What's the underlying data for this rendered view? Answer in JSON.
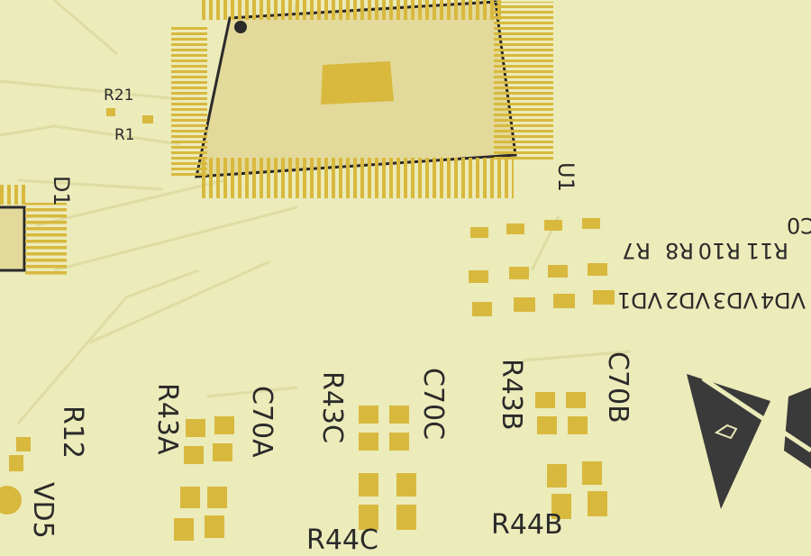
{
  "board": {
    "colors": {
      "substrate": "#ecebba",
      "trace": "#e0dea6",
      "pad": "#d8b93e",
      "silkscreen": "#2a2a2a",
      "chip_body": "#e3d99a"
    },
    "ic_label": "U1",
    "diode_label": "D1",
    "top_resistors": [
      "R21",
      "R1"
    ],
    "right_column_labels": [
      "R11",
      "R10",
      "R8",
      "R7"
    ],
    "right_vd_labels": [
      "VD4",
      "VD3",
      "VD2",
      "VD1"
    ],
    "edge_label": "C0",
    "left_labels": [
      "R12",
      "VD5"
    ],
    "groups": [
      {
        "r": "R43A",
        "c": "C70A"
      },
      {
        "r": "R43C",
        "c": "C70C",
        "bottom": "R44C"
      },
      {
        "r": "R43B",
        "c": "C70B",
        "bottom": "R44B"
      }
    ],
    "esd_icon": "esd-warning-icon"
  }
}
